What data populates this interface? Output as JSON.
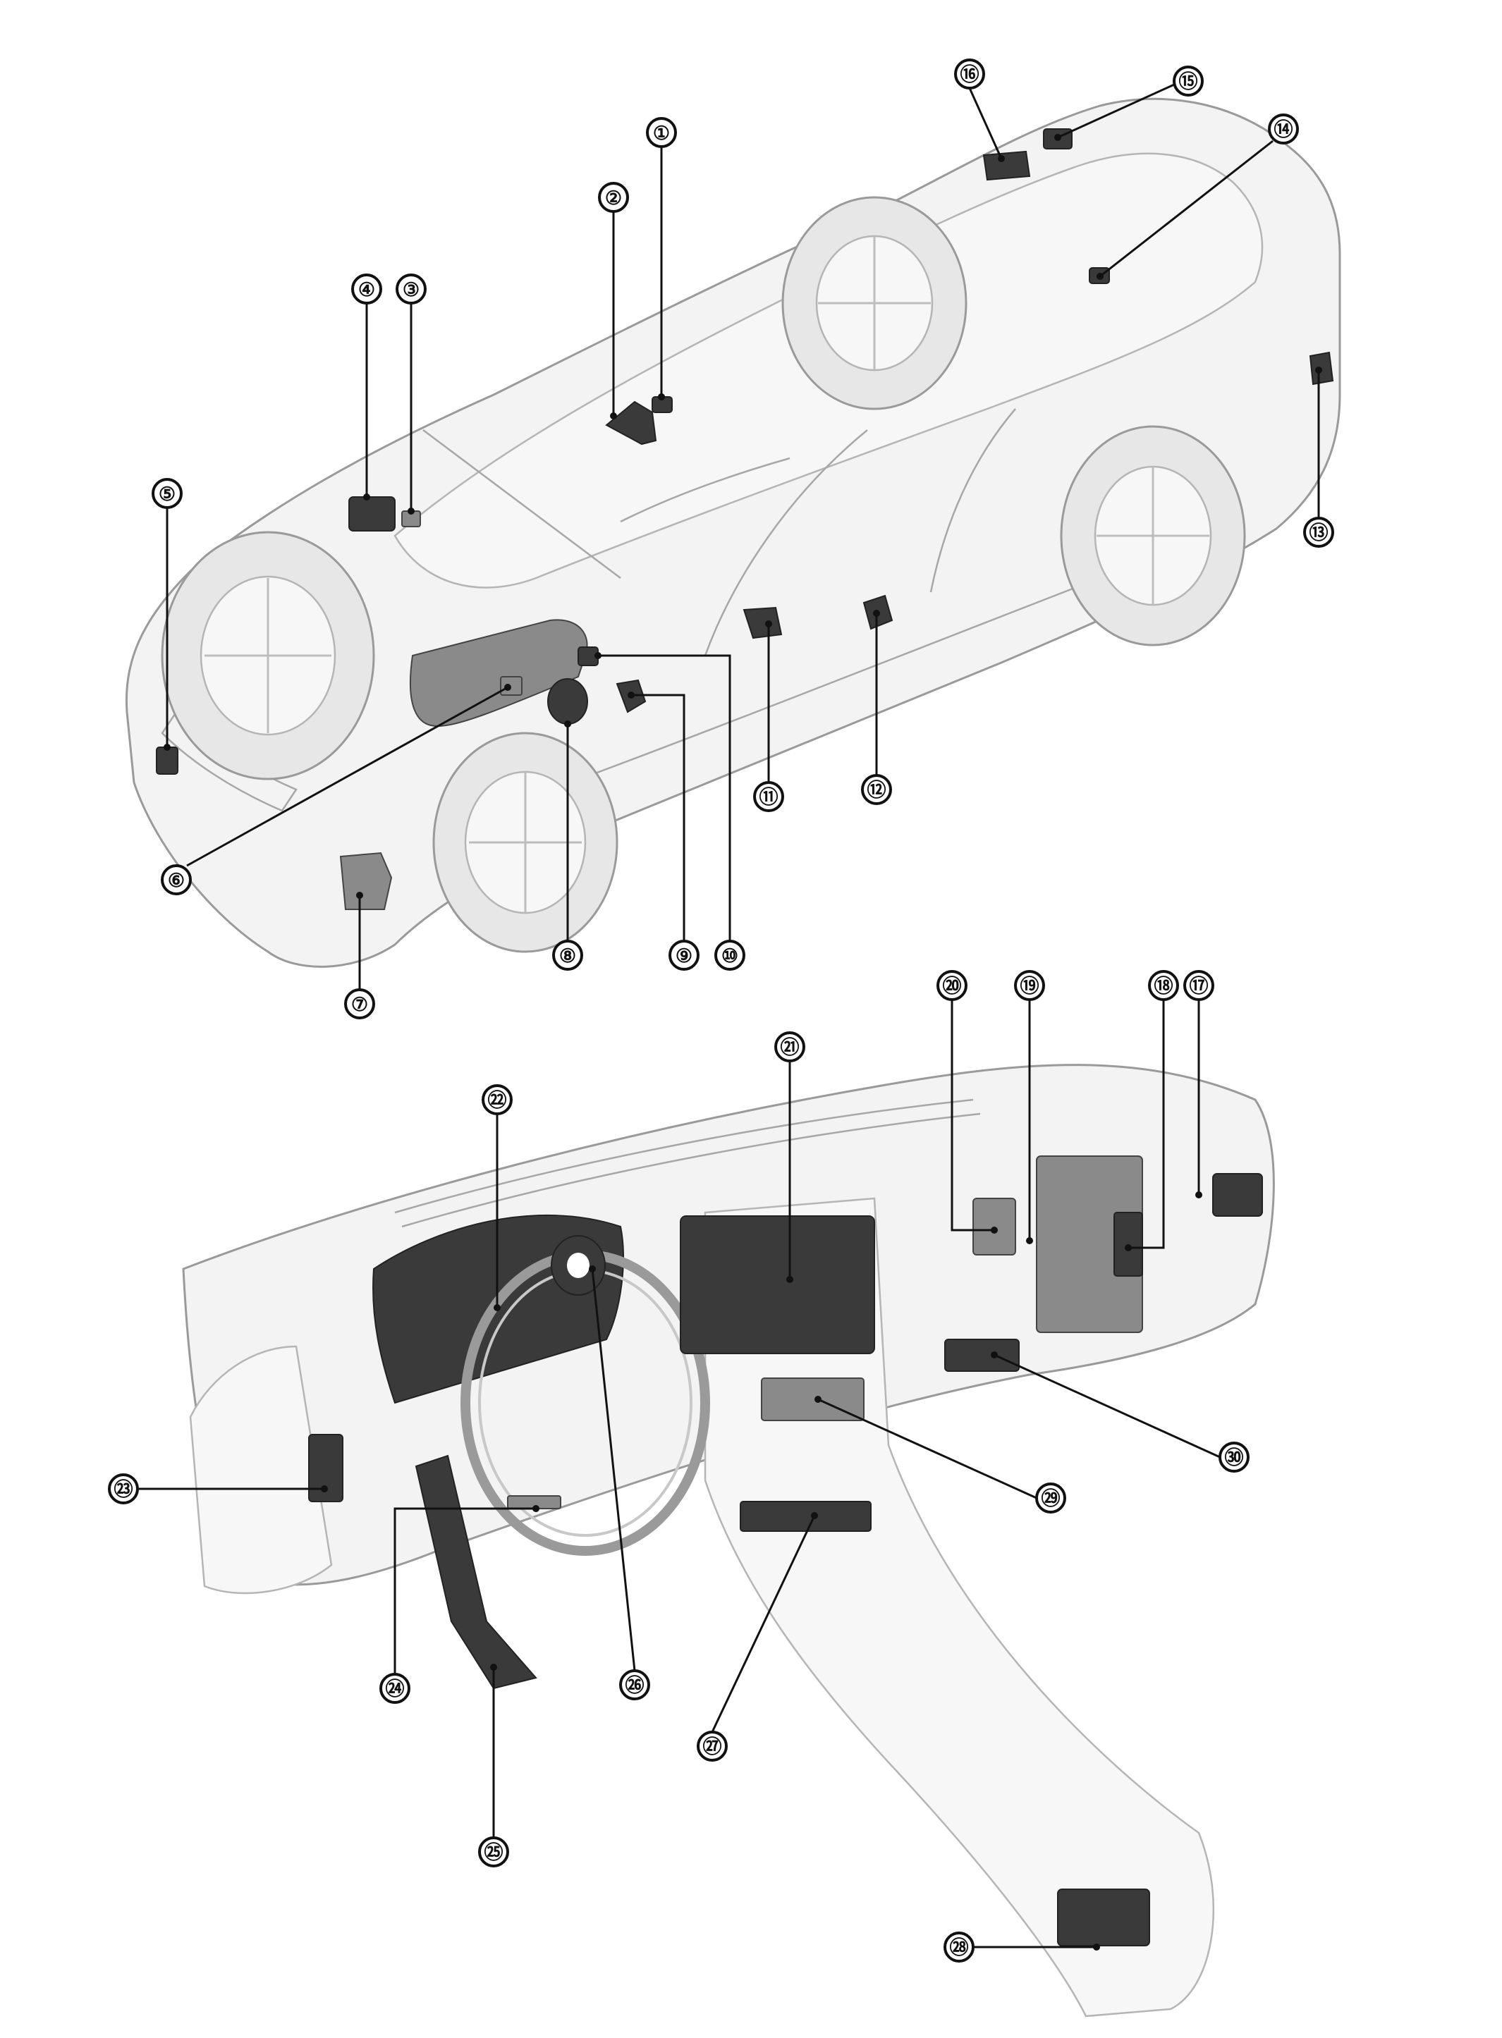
{
  "callouts": [
    {
      "id": "callout-1",
      "label": "①"
    },
    {
      "id": "callout-2",
      "label": "②"
    },
    {
      "id": "callout-3",
      "label": "③"
    },
    {
      "id": "callout-4",
      "label": "④"
    },
    {
      "id": "callout-5",
      "label": "⑤"
    },
    {
      "id": "callout-6",
      "label": "⑥"
    },
    {
      "id": "callout-7",
      "label": "⑦"
    },
    {
      "id": "callout-8",
      "label": "⑧"
    },
    {
      "id": "callout-9",
      "label": "⑨"
    },
    {
      "id": "callout-10",
      "label": "⑩"
    },
    {
      "id": "callout-11",
      "label": "⑪"
    },
    {
      "id": "callout-12",
      "label": "⑫"
    },
    {
      "id": "callout-13",
      "label": "⑬"
    },
    {
      "id": "callout-14",
      "label": "⑭"
    },
    {
      "id": "callout-15",
      "label": "⑮"
    },
    {
      "id": "callout-16",
      "label": "⑯"
    },
    {
      "id": "callout-17",
      "label": "⑰"
    },
    {
      "id": "callout-18",
      "label": "⑱"
    },
    {
      "id": "callout-19",
      "label": "⑲"
    },
    {
      "id": "callout-20",
      "label": "⑳"
    },
    {
      "id": "callout-21",
      "label": "㉑"
    },
    {
      "id": "callout-22",
      "label": "㉒"
    },
    {
      "id": "callout-23",
      "label": "㉓"
    },
    {
      "id": "callout-24",
      "label": "㉔"
    },
    {
      "id": "callout-25",
      "label": "㉕"
    },
    {
      "id": "callout-26",
      "label": "㉖"
    },
    {
      "id": "callout-27",
      "label": "㉗"
    },
    {
      "id": "callout-28",
      "label": "㉘"
    },
    {
      "id": "callout-29",
      "label": "㉙"
    },
    {
      "id": "callout-30",
      "label": "㉚"
    }
  ],
  "colors": {
    "background": "#ffffff",
    "line": "#111111",
    "ghost_body": "#f3f3f3",
    "ghost_outline": "#9a9a9a",
    "component": "#3a3a3a"
  }
}
